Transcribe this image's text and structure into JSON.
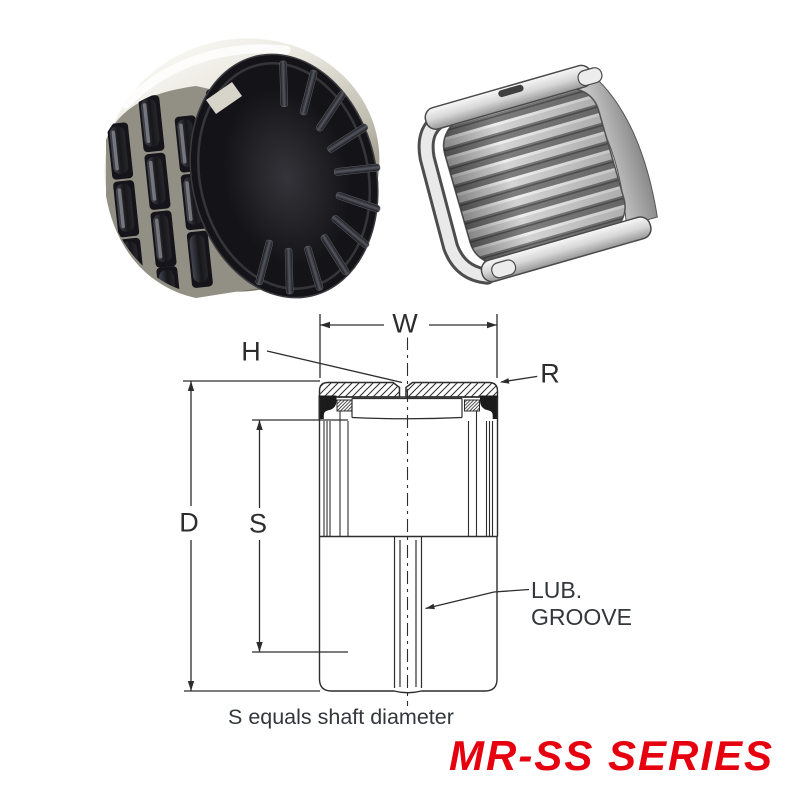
{
  "figure": {
    "photos": {
      "left_alt": "sealed-needle-roller-bearing-photo",
      "right_alt": "open-end-needle-bearing-photo"
    },
    "diagram": {
      "label_w": "W",
      "label_h": "H",
      "label_r": "R",
      "label_d": "D",
      "label_s": "S",
      "lub_line1": "LUB.",
      "lub_line2": "GROOVE",
      "caption": "S equals shaft diameter"
    },
    "series_title": "MR-SS SERIES",
    "colors": {
      "series_red": "#e6000f",
      "diagram_line": "#2d2d2d",
      "text_dark": "#33363b",
      "background": "#ffffff"
    }
  }
}
